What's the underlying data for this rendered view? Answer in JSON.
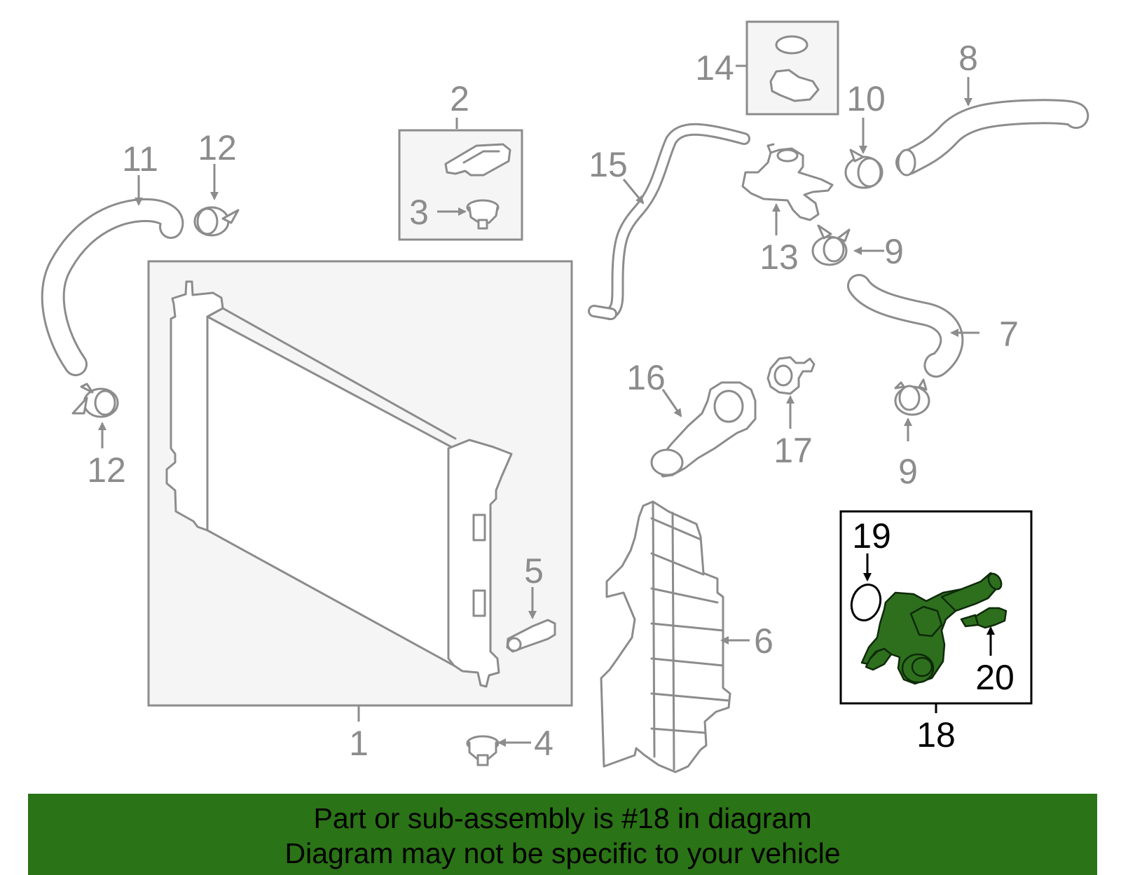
{
  "colors": {
    "part_gray": "#8c8c8c",
    "highlight_green": "#2e6f1e",
    "banner_green": "#2a7316",
    "box_fill": "#f5f5f5"
  },
  "labels": {
    "n1": "1",
    "n2": "2",
    "n3": "3",
    "n4": "4",
    "n5": "5",
    "n6": "6",
    "n7": "7",
    "n8": "8",
    "n9a": "9",
    "n9b": "9",
    "n10": "10",
    "n11": "11",
    "n12a": "12",
    "n12b": "12",
    "n13": "13",
    "n14": "14",
    "n15": "15",
    "n16": "16",
    "n17": "17",
    "n18": "18",
    "n19": "19",
    "n20": "20"
  },
  "banner": {
    "line1": "Part or sub-assembly is #18 in diagram",
    "line2": "Diagram may not be specific to your vehicle"
  }
}
